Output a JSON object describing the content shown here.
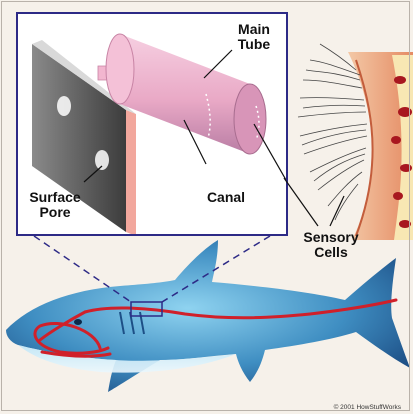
{
  "labels": {
    "main_tube_line1": "Main",
    "main_tube_line2": "Tube",
    "canal": "Canal",
    "surface_pore_line1": "Surface",
    "surface_pore_line2": "Pore",
    "sensory_cells_line1": "Sensory",
    "sensory_cells_line2": "Cells"
  },
  "credit": "© 2001 HowStuffWorks",
  "colors": {
    "inset_border": "#2d2a86",
    "tube": "#e9a9c6",
    "lateral_line": "#d0202a",
    "shark_body": "#3f8ec2",
    "tissue": "#e8a07a"
  }
}
